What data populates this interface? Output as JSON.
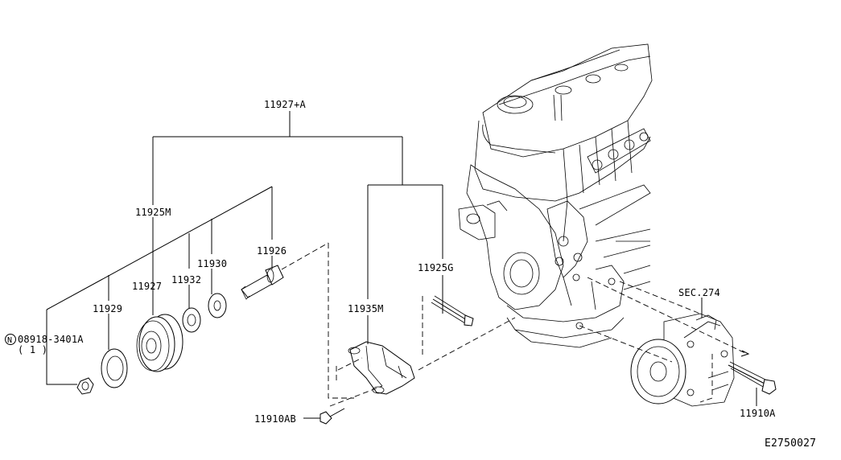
{
  "diagram": {
    "labels": {
      "p11927A": "11927+A",
      "p11925M": "11925M",
      "p11926": "11926",
      "p11930": "11930",
      "p11932": "11932",
      "p11927": "11927",
      "p11929": "11929",
      "p08918_3401A": "08918-3401A",
      "p08918_qty": "( 1 )",
      "p11935M": "11935M",
      "p11925G": "11925G",
      "p11910AB": "11910AB",
      "sec274": "SEC.274",
      "p11910A": "11910A",
      "drawing_id": "E2750027"
    },
    "nut_symbol": "N"
  }
}
